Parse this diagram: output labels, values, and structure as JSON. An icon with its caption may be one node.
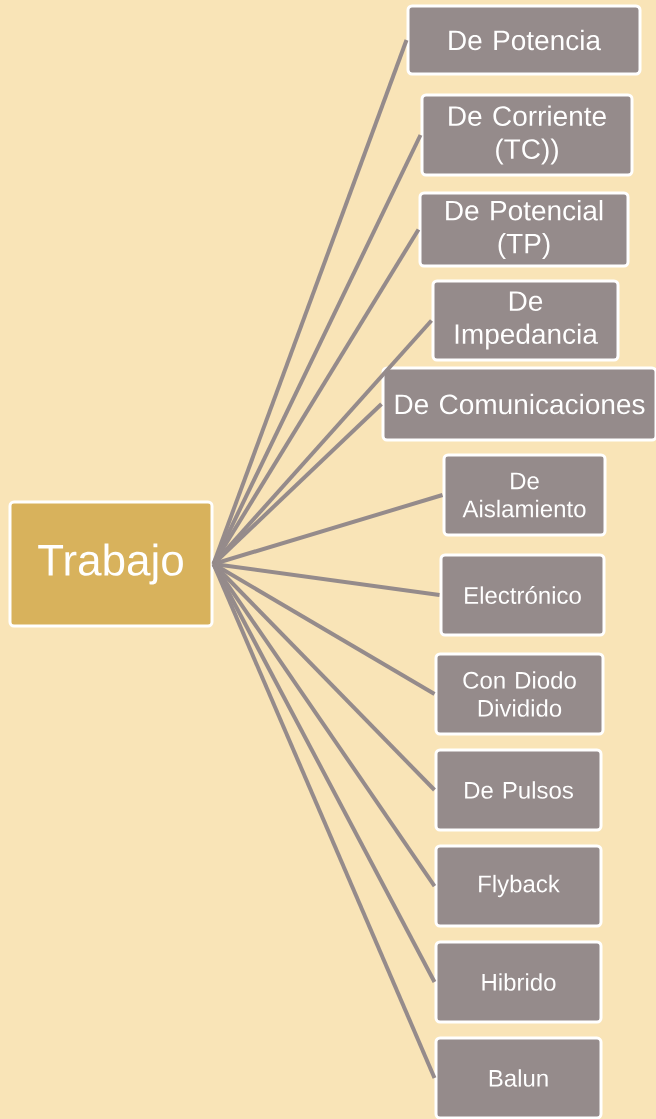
{
  "diagram": {
    "nodes": [
      {
        "text": [
          "Trabajo"
        ]
      },
      {
        "text": [
          "De Potencia"
        ]
      },
      {
        "text": [
          "De Corriente (TC))"
        ]
      },
      {
        "text": [
          "De Potencial (TP)"
        ]
      },
      {
        "text": [
          "De Impedancia"
        ]
      },
      {
        "text": [
          "De Comunicaciones"
        ]
      },
      {
        "text": [
          "De Aislamiento"
        ]
      },
      {
        "text": [
          "Electrónico"
        ]
      },
      {
        "text": [
          "Con Diodo Dividido"
        ]
      },
      {
        "text": [
          "De Pulsos"
        ]
      },
      {
        "text": [
          "Flyback"
        ]
      },
      {
        "text": [
          "Hibrido"
        ]
      },
      {
        "text": [
          "Balun"
        ]
      }
    ],
    "edges": [
      {
        "from": 0,
        "to": 1,
        "arrow": "none"
      },
      {
        "from": 0,
        "to": 2,
        "arrow": "none"
      },
      {
        "from": 0,
        "to": 3,
        "arrow": "none"
      },
      {
        "from": 0,
        "to": 4,
        "arrow": "none"
      },
      {
        "from": 0,
        "to": 5,
        "arrow": "none"
      },
      {
        "from": 0,
        "to": 6,
        "arrow": "none"
      },
      {
        "from": 0,
        "to": 7,
        "arrow": "none"
      },
      {
        "from": 0,
        "to": 8,
        "arrow": "none"
      },
      {
        "from": 0,
        "to": 9,
        "arrow": "none"
      },
      {
        "from": 0,
        "to": 10,
        "arrow": "none"
      },
      {
        "from": 0,
        "to": 11,
        "arrow": "none"
      },
      {
        "from": 0,
        "to": 12,
        "arrow": "none"
      }
    ]
  }
}
